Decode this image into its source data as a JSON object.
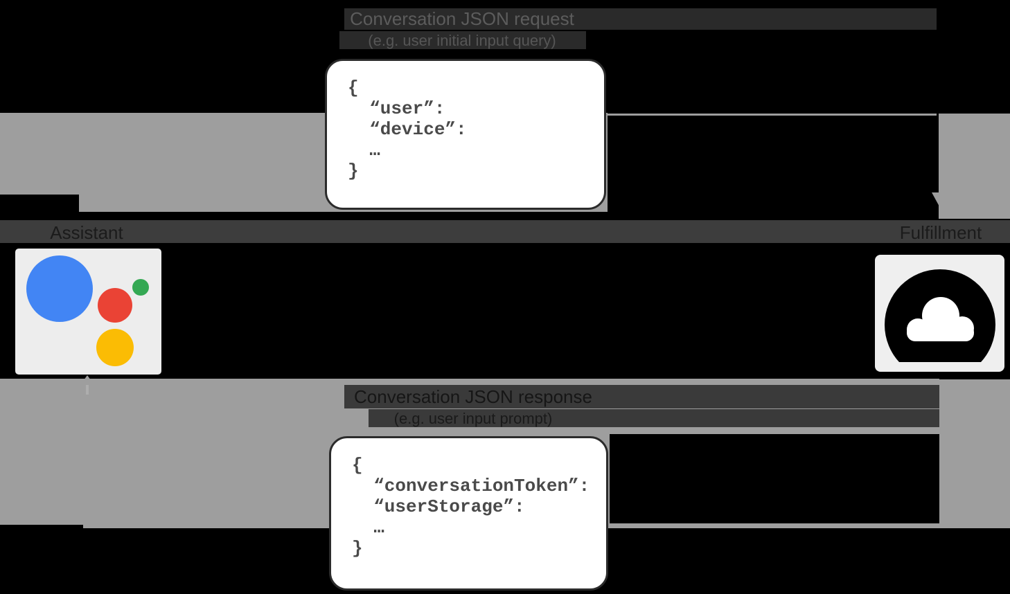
{
  "diagram": {
    "nodes": {
      "assistant": {
        "label": "Assistant"
      },
      "fulfillment": {
        "label": "Fulfillment"
      }
    },
    "request_flow": {
      "title": "Conversation JSON request",
      "subtitle": "(e.g. user initial input query)",
      "code": "{\n  “user”:\n  “device”:\n  …\n}"
    },
    "response_flow": {
      "title": "Conversation JSON response",
      "subtitle": "(e.g. user input prompt)",
      "code": "{\n  “conversationToken”:\n  “userStorage”:\n  …\n}"
    },
    "icons": {
      "assistant_logo": "google-assistant-logo",
      "fulfillment_icon": "cloud-icon"
    },
    "colors": {
      "arrow_gray": "#9e9e9e",
      "band_dark": "#3d3d3d",
      "assistant_blue": "#4285f4",
      "assistant_red": "#ea4335",
      "assistant_green": "#34a853",
      "assistant_yellow": "#fbbc04",
      "cloud_black": "#000000",
      "code_box_bg": "#ffffff",
      "code_box_border": "#2b2b2b"
    }
  }
}
